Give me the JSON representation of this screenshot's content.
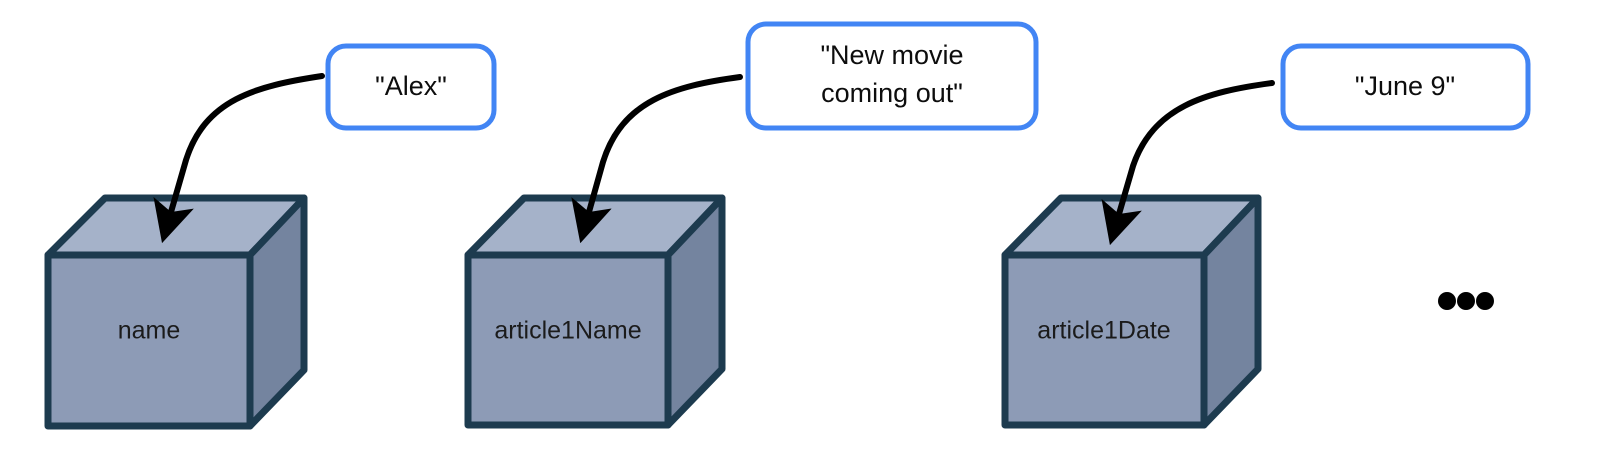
{
  "diagram": {
    "type": "annotated-3d-cubes",
    "background_color": "#ffffff",
    "palette": {
      "cube_top": "#a5b2c9",
      "cube_front": "#8d9bb6",
      "cube_side": "#74849f",
      "cube_stroke": "#1d3b4f",
      "callout_border": "#4285f4",
      "callout_fill": "#ffffff",
      "arrow_color": "#000000",
      "text_color": "#0d0d0d"
    },
    "cubes": [
      {
        "id": "cube-name",
        "label": "name"
      },
      {
        "id": "cube-article1name",
        "label": "article1Name"
      },
      {
        "id": "cube-article1date",
        "label": "article1Date"
      }
    ],
    "callouts": [
      {
        "id": "callout-alex",
        "lines": [
          "\"Alex\""
        ]
      },
      {
        "id": "callout-new-movie",
        "lines": [
          "\"New movie",
          "coming out\""
        ]
      },
      {
        "id": "callout-june-9",
        "lines": [
          "\"June 9\""
        ]
      }
    ],
    "ellipsis": {
      "id": "ellipsis",
      "text": "• • •",
      "dot_count": 3
    },
    "arrows": [
      {
        "id": "arrow-to-name",
        "from": "callout-alex",
        "to": "cube-name"
      },
      {
        "id": "arrow-to-article1name",
        "from": "callout-new-movie",
        "to": "cube-article1name"
      },
      {
        "id": "arrow-to-article1date",
        "from": "callout-june-9",
        "to": "cube-article1date"
      }
    ]
  }
}
